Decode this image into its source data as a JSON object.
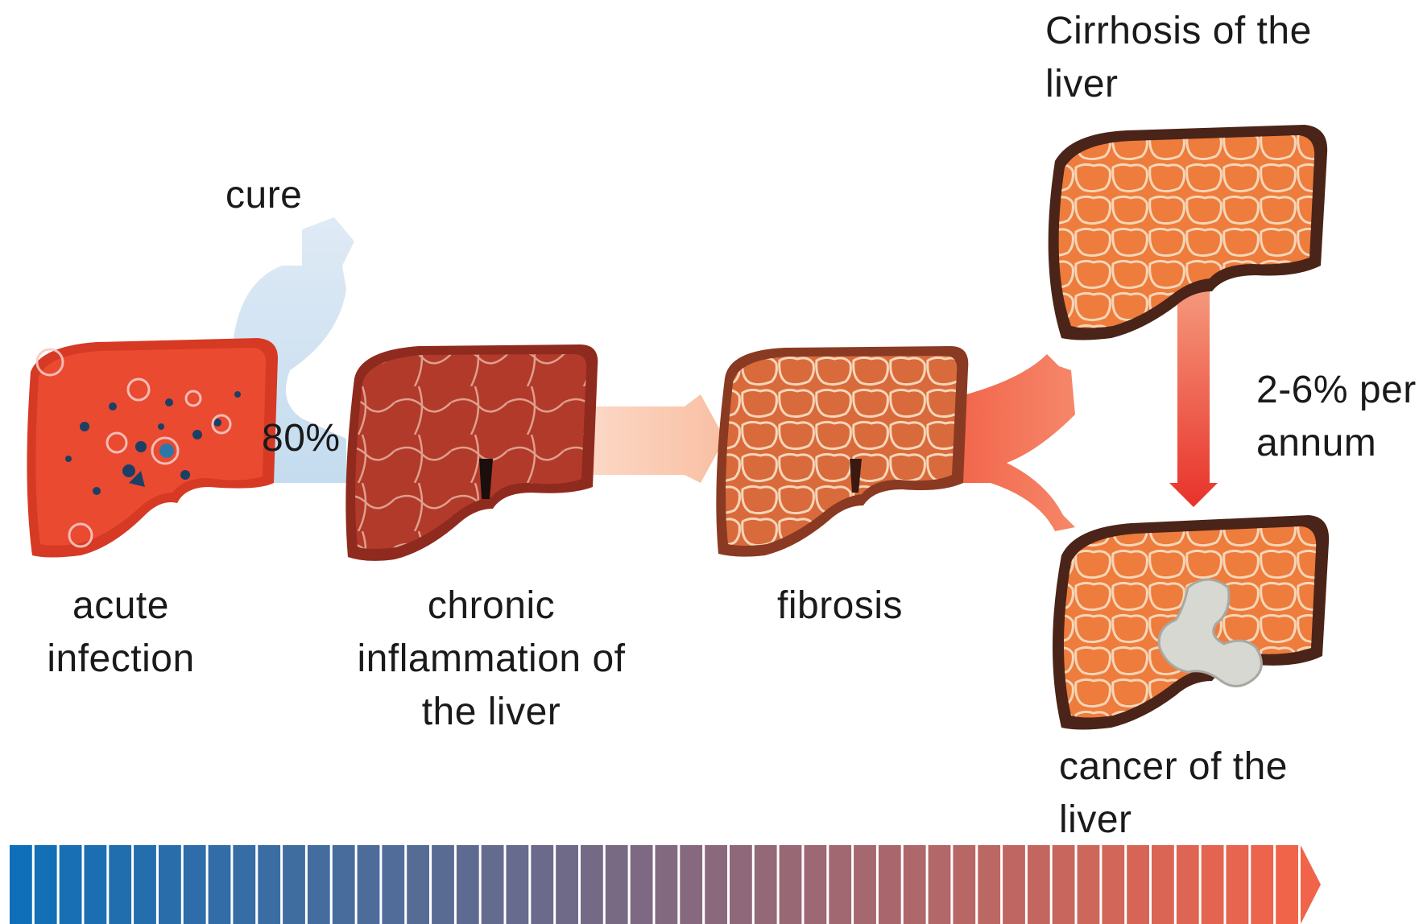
{
  "labels": {
    "cure": "cure",
    "percent_cure": "80%",
    "acute": [
      "acute",
      "infection"
    ],
    "chronic": [
      "chronic",
      "inflammation of",
      "the liver"
    ],
    "fibrosis": "fibrosis",
    "cirrhosis": [
      "Cirrhosis of the",
      "liver"
    ],
    "rate": [
      "2-6% per",
      "annum"
    ],
    "cancer": [
      "cancer of the",
      "liver"
    ]
  },
  "colors": {
    "cure_arrow": "#cfe2f1",
    "progression_arrow": "#f9c6ad",
    "branch_arrow": "#f0664a",
    "liver_healthy": "#e8402b",
    "liver_chronic": "#b83a28",
    "liver_fibrosis": "#d86a3a",
    "liver_cirrhosis": "#ef7f3c",
    "tumor": "#d9d9d4",
    "bar_start": "#0f6fb8",
    "bar_end": "#f0644a"
  },
  "timeline_bar": {
    "from_color": "#0f6fb8",
    "to_color": "#f0644a"
  }
}
